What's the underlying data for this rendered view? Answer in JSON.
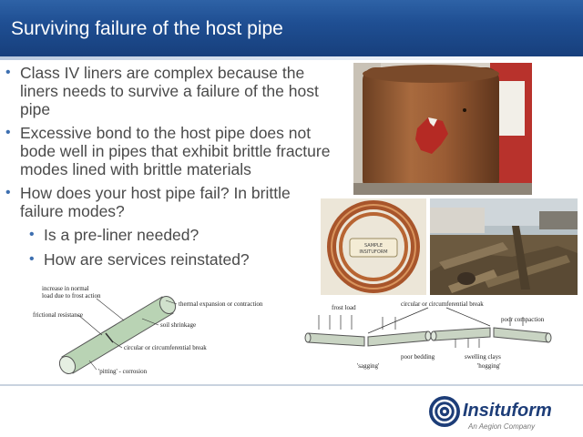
{
  "slide": {
    "title": "Surviving failure of the host pipe",
    "bullets": [
      "Class IV liners are complex because the liners needs to survive a failure of the host pipe",
      "Excessive bond to the host pipe does not bode well in pipes that exhibit brittle fracture modes lined with brittle materials",
      "How does your host pipe fail? In brittle failure modes?"
    ],
    "sub_bullets": [
      "Is a pre-liner needed?",
      "How are services reinstated?"
    ],
    "bullet_marker": "•"
  },
  "diagram_left": {
    "labels": {
      "increase_load": "increase in normal",
      "increase_load2": "load due to frost action",
      "thermal": "thermal expansion or contraction",
      "frictional": "frictional resistance",
      "soil": "soil shrinkage",
      "circular": "circular or circumferential break",
      "pitting": "'pitting' - corrosion"
    }
  },
  "diagram_right": {
    "labels": {
      "frost_load": "frost load",
      "circular": "circular or circumferential break",
      "poor_compaction": "poor compaction",
      "poor_bedding": "poor bedding",
      "swelling": "swelling clays",
      "sagging": "'sagging'",
      "hogging": "'hogging'"
    }
  },
  "sample_label": {
    "line1": "SAMPLE",
    "line2": "INSITUFORM"
  },
  "logo": {
    "name": "Insituform",
    "tagline": "An Aegion Company"
  },
  "colors": {
    "title_bar": "#1f4f93",
    "bullet_text": "#4a4a4a",
    "bullet_marker": "#3d6fb0",
    "logo_blue": "#1d3d78"
  }
}
